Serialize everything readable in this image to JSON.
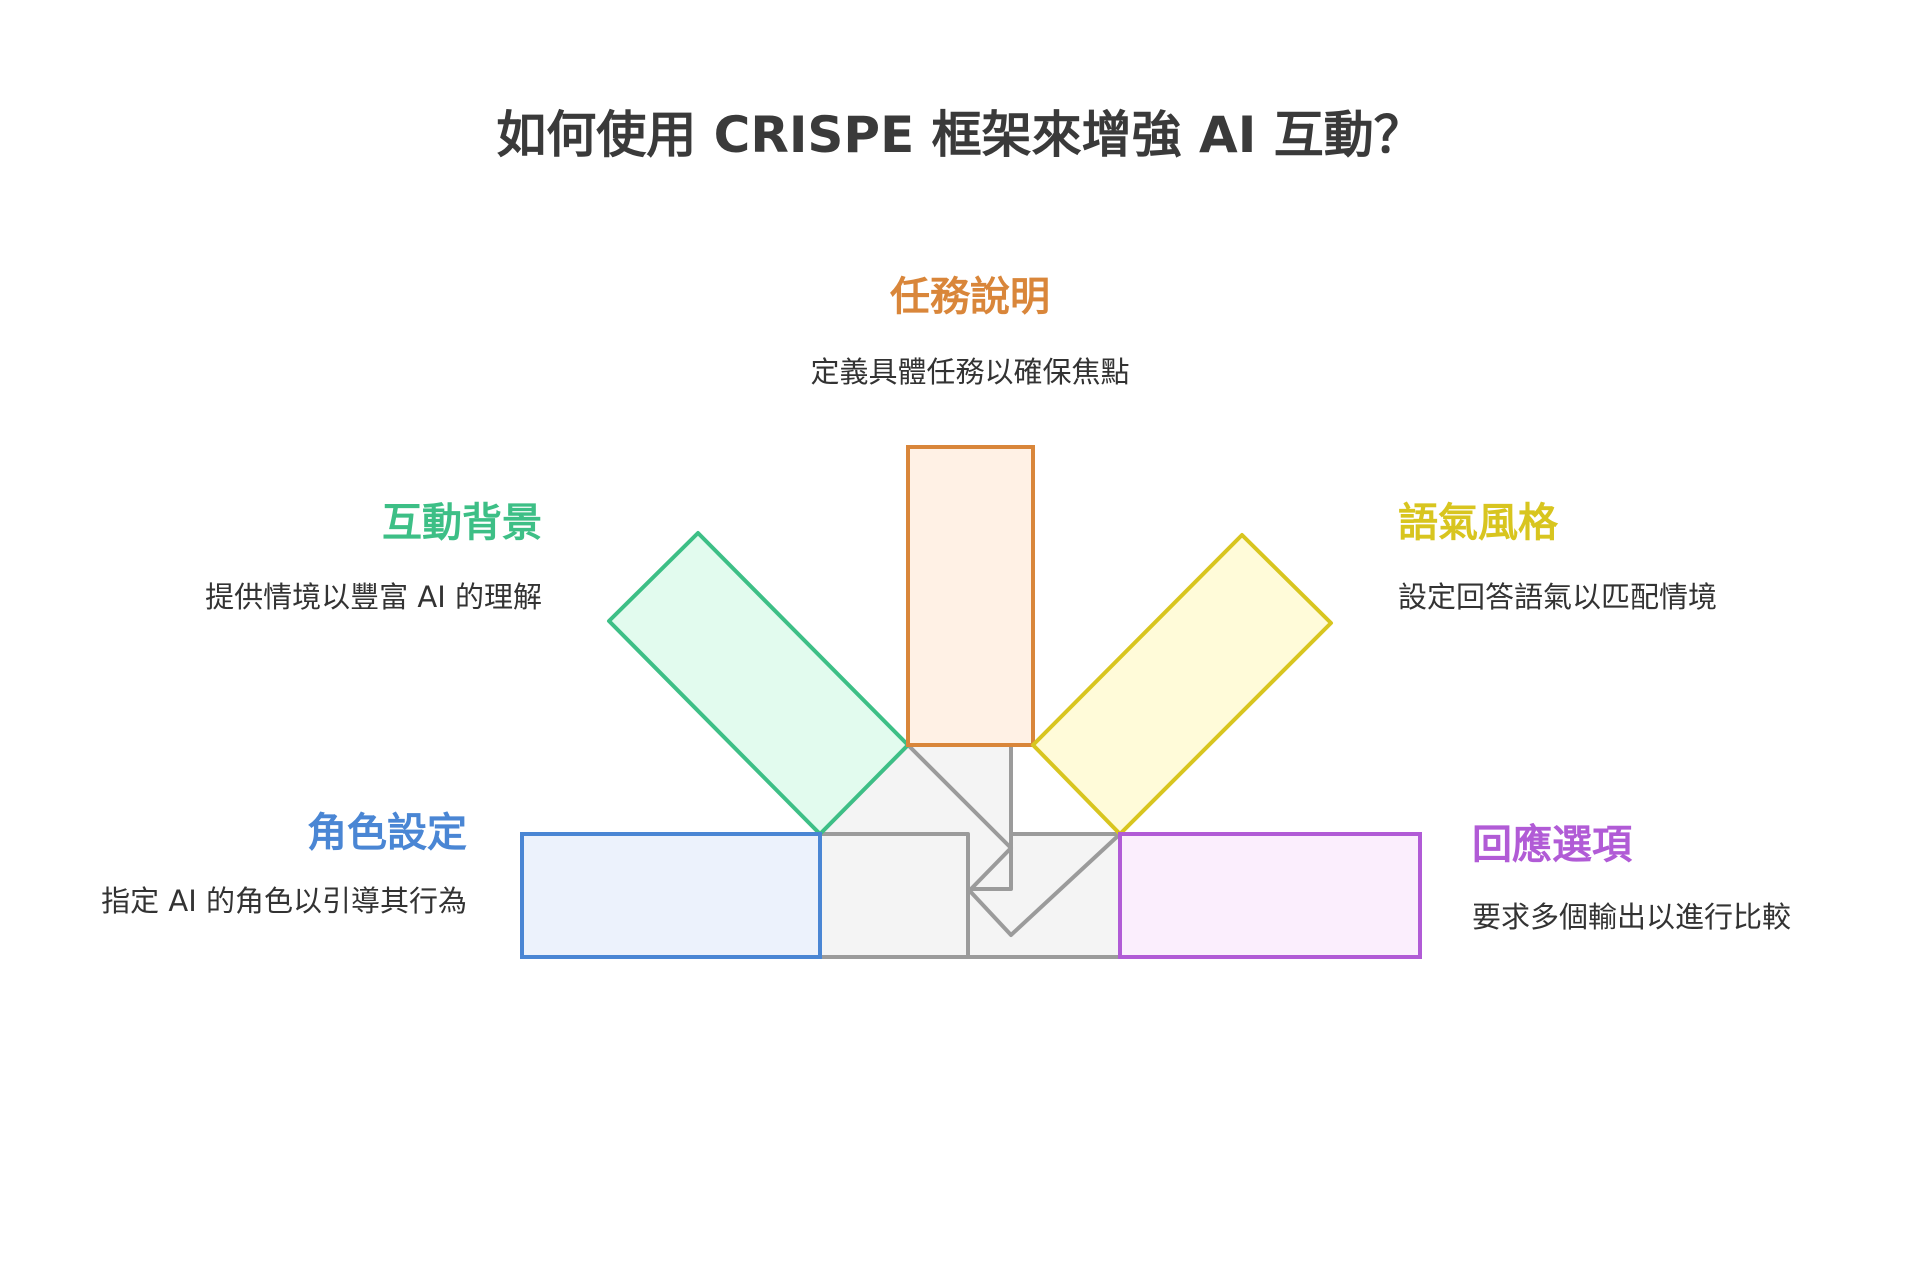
{
  "title": "如何使用 CRISPE 框架來增強 AI 互動？",
  "colors": {
    "task": "#d9863a",
    "task_fill": "#fff1e5",
    "context": "#3dbf86",
    "context_fill": "#e2fbee",
    "role": "#4a86d4",
    "role_fill": "#ecf2fc",
    "tone": "#d8c51f",
    "tone_fill": "#fffbd9",
    "response": "#b15bd6",
    "response_fill": "#fbeefd",
    "hub": "#9b9b9b",
    "hub_fill": "#f4f4f4"
  },
  "items": {
    "task": {
      "heading": "任務說明",
      "description": "定義具體任務以確保焦點"
    },
    "context": {
      "heading": "互動背景",
      "description": "提供情境以豐富 AI 的理解"
    },
    "tone": {
      "heading": "語氣風格",
      "description": "設定回答語氣以匹配情境"
    },
    "role": {
      "heading": "角色設定",
      "description": "指定 AI 的角色以引導其行為"
    },
    "response": {
      "heading": "回應選項",
      "description": "要求多個輸出以進行比較"
    }
  }
}
